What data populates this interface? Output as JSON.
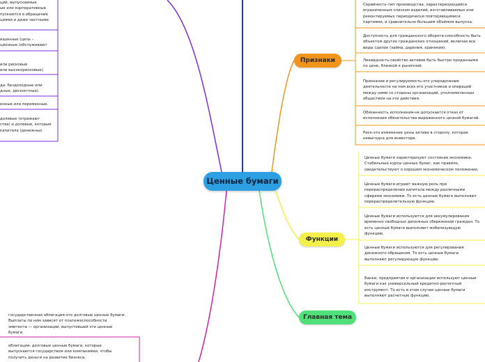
{
  "central_topic": "Ценные бумаги",
  "branches": {
    "signs": {
      "label": "Признаки",
      "color": "#f0941c",
      "items": [
        "Серийность-тип производства, характеризующийся\nограниченным списком изделий, изготавливаемых или\nремонтируемых периодически повторяющимися\nпартиями, и сравнительно большим объёмом выпуска.",
        "Доступность для гражданского оборота-способность быть\nобъектом других гражданских отношений, включая все\nвиды сделок (займа, дарения, хранения).",
        "Ликвидность-свойство активов быть быстро проданными\nпо цене, близкой к рыночной.",
        "Признание и регулируемость-это упорядочение\nдеятельности на нем всех его участников и операций\nмежду ними со стороны организаций, уполномоченных\nобществом на эти действия.",
        "Обязанность исполнения-не допускается отказ от\nисполнения обязательства выраженного ценной бумагой.",
        "Риск-это изменение цены актива в сторону, которая\nневыгодна для инвестора."
      ]
    },
    "functions": {
      "label": "Функции",
      "color": "#f4f04a",
      "items": [
        "Ценные бумаги характеризуют состояние экономики.\nСтабильные курсы ценных бумаг, как правило,\nсвидетельствуют о хорошем экономическом положении.",
        "Ценные бумаги играют важную роль при\nперераспределении капитала между различными\nсферами экономики. То есть ценные бумаги выполняют\nперераспределительную функцию.",
        "Ценные бумаги используются для аккумулирования\nвременно свободных денежных сбережений граждан. То\nесть ценные бумаги выполняют мобилизующую\nфункцию.",
        "Ценные бумаги используются для регулирования\nденежного обращения. То есть ценные бумаги\nвыполняют регулирующую функцию.",
        "Банки, предприятия и организации используют ценные\nбумаги как универсальный кредитно-расчетный\nинструмент. То есть в этом случае ценные бумаги\nвыполняют расчетную функцию."
      ]
    },
    "main_topic": {
      "label": "Главная тема",
      "color": "#4fe07a"
    },
    "classification": {
      "color": "#7a2be0",
      "items": [
        "ций, выпускаемые\nые или корпоративные\nпускаются в обращение\nциями и даже частными",
        "ищенные (цель –\nционные (обслуживают",
        "или рисковые\nили высокорисковые).",
        "да: бездоходные или\nдные, дисконтные).",
        "енные или переменные.",
        "долевые (отражают\nства) и долевые, которые\nкапитала (денежных"
      ]
    },
    "bonds": {
      "color": "#d41ea8",
      "items": [
        "государственная облигация-это долговые ценные бумаги.\nВыплаты по ним зависят от платежеспособности\nэмитента — организации, выпустившей эти ценные\nбумаги.",
        "облигация- долговые ценные бумаги, которые\nвыпускаются государством или компаниями, чтобы\nполучить деньги на развитие бизнеса."
      ]
    },
    "top_branch": {
      "color": "#1a3ca8"
    }
  }
}
